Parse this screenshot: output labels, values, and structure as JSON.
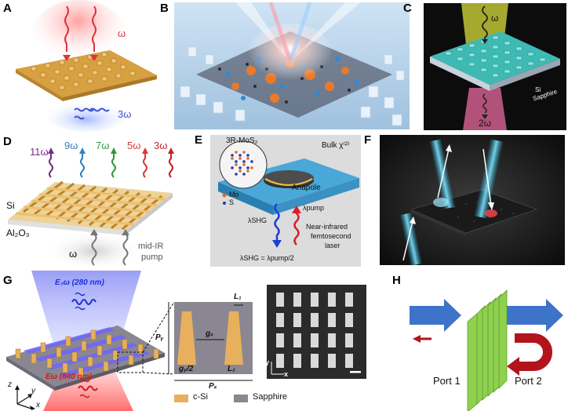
{
  "panels": {
    "A": {
      "label": "A",
      "omega": "ω",
      "omega3": "3ω"
    },
    "B": {
      "label": "B"
    },
    "C": {
      "label": "C",
      "omega": "ω",
      "omega2": "2ω",
      "si": "Si",
      "sapphire": "Sapphire"
    },
    "D": {
      "label": "D",
      "harmonics": [
        "11ω",
        "9ω",
        "7ω",
        "5ω",
        "3ω"
      ],
      "si": "Si",
      "al2o3": "Al₂O₃",
      "omega": "ω",
      "pump_line1": "mid-IR",
      "pump_line2": "pump"
    },
    "E": {
      "label": "E",
      "material": "3R-MoS₂",
      "bulk": "Bulk χ⁽²⁾",
      "mo": "Mo",
      "s": "S",
      "anapole": "Anapole",
      "lambda_shg": "λSHG",
      "lambda_pump": "λpump",
      "relation": "λSHG = λpump/2",
      "laser_line1": "Near-infrared",
      "laser_line2": "femtosecond",
      "laser_line3": "laser"
    },
    "F": {
      "label": "F"
    },
    "G": {
      "label": "G",
      "e3w": "E₃ω (280 nm)",
      "ew": "Eω (840 nm)",
      "l1": "L₁",
      "l2": "L₂",
      "gx": "gₓ",
      "gy2": "gᵧ/2",
      "px": "Pₓ",
      "py": "Pᵧ",
      "legend_csi": "c-Si",
      "legend_sapphire": "Sapphire",
      "axis_x": "x",
      "axis_y": "y",
      "axis_z": "z"
    },
    "H": {
      "label": "H",
      "port1": "Port 1",
      "port2": "Port 2"
    }
  },
  "colors": {
    "gold": "#e8b05c",
    "sapphire": "#8e8a96",
    "blue_arrow": "#3d74c9",
    "red_arrow": "#b3141c",
    "green": "#8fd14f"
  }
}
